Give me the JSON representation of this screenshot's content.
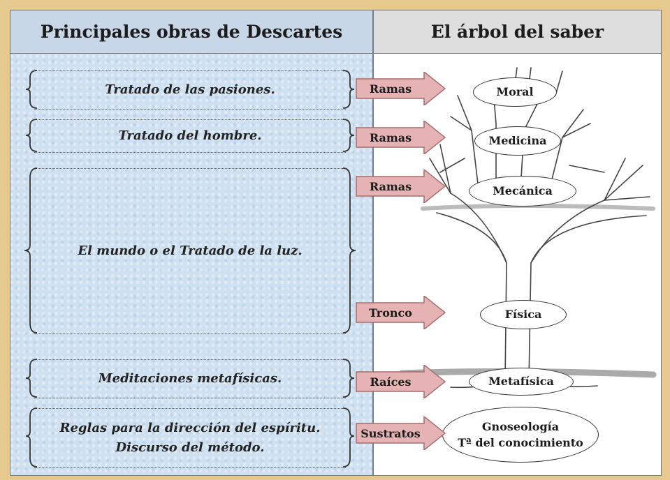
{
  "header": {
    "left_title": "Principales obras de Descartes",
    "right_title": "El árbol del saber"
  },
  "works": [
    {
      "text": "Tratado de las pasiones."
    },
    {
      "text": "Tratado del hombre."
    },
    {
      "text": "El mundo o el Tratado de la luz."
    },
    {
      "text": "Meditaciones metafísicas."
    },
    {
      "text": "Reglas para la dirección del espíritu.",
      "text2": "Discurso del método."
    }
  ],
  "arrows": [
    "Ramas",
    "Ramas",
    "Ramas",
    "Tronco",
    "Raíces",
    "Sustratos"
  ],
  "nodes": {
    "moral": "Moral",
    "medicina": "Medicina",
    "mecanica": "Mecánica",
    "fisica": "Física",
    "metafisica": "Metafísica",
    "gnoseologia_line1": "Gnoseología",
    "gnoseologia_line2": "Tª del conocimiento"
  },
  "colors": {
    "left_bg": "#cfe1f1",
    "arrow_fill": "#e5b3b3",
    "arrow_stroke": "#a86d6d"
  }
}
